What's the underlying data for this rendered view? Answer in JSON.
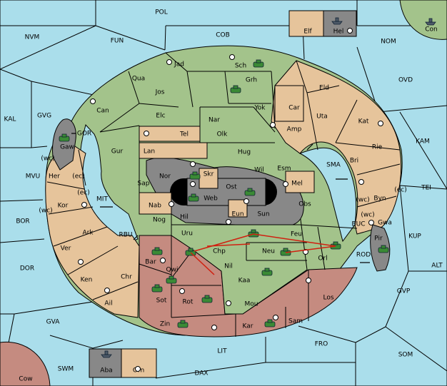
{
  "colors": {
    "sea": "#aadeeb",
    "green": "#a3c38b",
    "tan": "#e6c49b",
    "red": "#c58b80",
    "gray": "#888888",
    "black": "#000000",
    "unit": "#3a8a35",
    "order_arrow": "#d02010"
  },
  "map": {
    "sea_labels": [
      {
        "key": "pol",
        "text": "POL"
      },
      {
        "key": "nvm",
        "text": "NVM"
      },
      {
        "key": "fun",
        "text": "FUN"
      },
      {
        "key": "cob",
        "text": "COB"
      },
      {
        "key": "nom",
        "text": "NOM"
      },
      {
        "key": "ovd",
        "text": "OVD"
      },
      {
        "key": "kal",
        "text": "KAL"
      },
      {
        "key": "gvg",
        "text": "GVG"
      },
      {
        "key": "gor",
        "text": "GOR"
      },
      {
        "key": "kam",
        "text": "KAM"
      },
      {
        "key": "sma",
        "text": "SMA"
      },
      {
        "key": "tei",
        "text": "TEI"
      },
      {
        "key": "mvu",
        "text": "MVU"
      },
      {
        "key": "mit",
        "text": "MIT"
      },
      {
        "key": "bor",
        "text": "BOR"
      },
      {
        "key": "rbu",
        "text": "RBU"
      },
      {
        "key": "buc",
        "text": "BUC"
      },
      {
        "key": "kup",
        "text": "KUP"
      },
      {
        "key": "dor",
        "text": "DOR"
      },
      {
        "key": "rod",
        "text": "ROD"
      },
      {
        "key": "alt",
        "text": "ALT"
      },
      {
        "key": "gvp",
        "text": "GVP"
      },
      {
        "key": "gva",
        "text": "GVA"
      },
      {
        "key": "fro",
        "text": "FRO"
      },
      {
        "key": "som",
        "text": "SOM"
      },
      {
        "key": "lit",
        "text": "LIT"
      },
      {
        "key": "swm",
        "text": "SWM"
      },
      {
        "key": "dax",
        "text": "DAX"
      }
    ],
    "land_labels": [
      {
        "key": "jad",
        "text": "Jad"
      },
      {
        "key": "sch",
        "text": "Sch"
      },
      {
        "key": "qua",
        "text": "Qua"
      },
      {
        "key": "jos",
        "text": "Jos"
      },
      {
        "key": "grh",
        "text": "Grh"
      },
      {
        "key": "eld",
        "text": "Eld"
      },
      {
        "key": "can",
        "text": "Can"
      },
      {
        "key": "yok",
        "text": "Yok"
      },
      {
        "key": "car",
        "text": "Car"
      },
      {
        "key": "uta",
        "text": "Uta"
      },
      {
        "key": "kat",
        "text": "Kat"
      },
      {
        "key": "elc",
        "text": "Elc"
      },
      {
        "key": "nar",
        "text": "Nar"
      },
      {
        "key": "tel",
        "text": "Tel"
      },
      {
        "key": "olk",
        "text": "Olk"
      },
      {
        "key": "amp",
        "text": "Amp"
      },
      {
        "key": "gaw",
        "text": "Gaw"
      },
      {
        "key": "gur",
        "text": "Gur"
      },
      {
        "key": "lan",
        "text": "Lan"
      },
      {
        "key": "hug",
        "text": "Hug"
      },
      {
        "key": "rie",
        "text": "Rie"
      },
      {
        "key": "bri",
        "text": "Bri"
      },
      {
        "key": "esm",
        "text": "Esm"
      },
      {
        "key": "wil",
        "text": "Wil"
      },
      {
        "key": "her",
        "text": "Her"
      },
      {
        "key": "nor",
        "text": "Nor"
      },
      {
        "key": "skr",
        "text": "Skr"
      },
      {
        "key": "ost",
        "text": "Ost"
      },
      {
        "key": "mel",
        "text": "Mel"
      },
      {
        "key": "sap",
        "text": "Sap"
      },
      {
        "key": "web",
        "text": "Web"
      },
      {
        "key": "byn",
        "text": "Byn"
      },
      {
        "key": "kor",
        "text": "Kor"
      },
      {
        "key": "nab",
        "text": "Nab"
      },
      {
        "key": "eun",
        "text": "Eun"
      },
      {
        "key": "obs",
        "text": "Obs"
      },
      {
        "key": "sun",
        "text": "Sun"
      },
      {
        "key": "hil",
        "text": "Hil"
      },
      {
        "key": "gwa",
        "text": "Gwa"
      },
      {
        "key": "ark",
        "text": "Ark"
      },
      {
        "key": "nog",
        "text": "Nog"
      },
      {
        "key": "uru",
        "text": "Uru"
      },
      {
        "key": "feu",
        "text": "Feu"
      },
      {
        "key": "pir",
        "text": "Pir"
      },
      {
        "key": "ver",
        "text": "Ver"
      },
      {
        "key": "chp",
        "text": "Chp"
      },
      {
        "key": "neu",
        "text": "Neu"
      },
      {
        "key": "bar",
        "text": "Bar"
      },
      {
        "key": "orl",
        "text": "Orl"
      },
      {
        "key": "qwi",
        "text": "Qwi"
      },
      {
        "key": "nil",
        "text": "Nil"
      },
      {
        "key": "ken",
        "text": "Ken"
      },
      {
        "key": "chr",
        "text": "Chr"
      },
      {
        "key": "kaa",
        "text": "Kaa"
      },
      {
        "key": "sot",
        "text": "Sot"
      },
      {
        "key": "rot",
        "text": "Rot"
      },
      {
        "key": "los",
        "text": "Los"
      },
      {
        "key": "ail",
        "text": "Ail"
      },
      {
        "key": "mou",
        "text": "Mou"
      },
      {
        "key": "sam",
        "text": "Sam"
      },
      {
        "key": "zin",
        "text": "Zin"
      },
      {
        "key": "kar",
        "text": "Kar"
      },
      {
        "key": "elf",
        "text": "Elf"
      },
      {
        "key": "hel",
        "text": "Hel"
      },
      {
        "key": "con",
        "text": "Con"
      },
      {
        "key": "aba",
        "text": "Aba"
      },
      {
        "key": "orn",
        "text": "Orn"
      },
      {
        "key": "cow",
        "text": "Cow"
      }
    ],
    "coast_labels": [
      {
        "key": "wc1",
        "text": "(wc)"
      },
      {
        "key": "ec1",
        "text": "(ec)"
      },
      {
        "key": "ec2",
        "text": "(ec)"
      },
      {
        "key": "wc2",
        "text": "(wc)"
      },
      {
        "key": "wc3",
        "text": "(wc)"
      },
      {
        "key": "ec3",
        "text": "(ec)"
      },
      {
        "key": "wc4",
        "text": "(wc)"
      }
    ]
  }
}
